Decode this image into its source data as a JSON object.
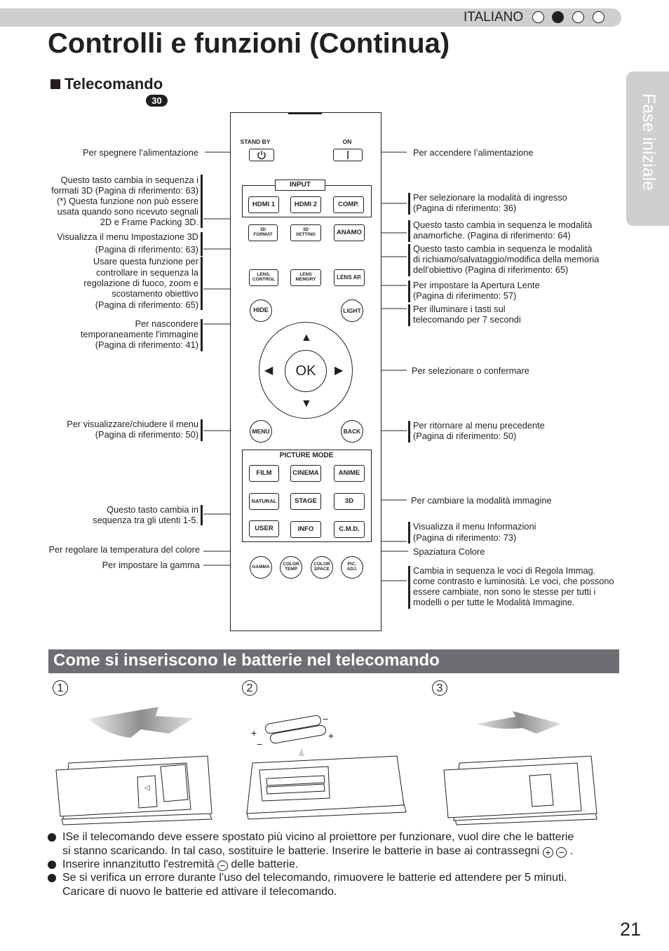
{
  "header": {
    "language": "ITALIANO",
    "title": "Controlli e funzioni (Continua)",
    "side_tab": "Fase iniziale",
    "page_number": "21"
  },
  "section": {
    "title": "Telecomando",
    "badge": "30"
  },
  "remote": {
    "standby_label": "STAND BY",
    "on_label": "ON",
    "input_group": "INPUT",
    "hdmi1": "HDMI 1",
    "hdmi2": "HDMI 2",
    "comp": "COMP.",
    "format3d_a": "3D",
    "format3d_b": "FORMAT",
    "setting3d_a": "3D",
    "setting3d_b": "SETTING",
    "anamo": "ANAMO",
    "lens_control_a": "LENS.",
    "lens_control_b": "CONTROL",
    "lens_memory_a": "LENS",
    "lens_memory_b": "MEMORY",
    "lens_ap": "LENS AP.",
    "hide": "HIDE",
    "light": "LIGHT",
    "ok": "OK",
    "menu": "MENU",
    "back": "BACK",
    "picture_mode_group": "PICTURE MODE",
    "film": "FILM",
    "cinema": "CINEMA",
    "anime": "ANIME",
    "natural": "NATURAL",
    "stage": "STAGE",
    "btn3d": "3D",
    "user": "USER",
    "info": "INFO",
    "cmd": "C.M.D.",
    "gamma": "GAMMA",
    "color_temp_a": "COLOR",
    "color_temp_b": "TEMP",
    "color_space_a": "COLOR",
    "color_space_b": "SPACE",
    "pic_adj_a": "PIC.",
    "pic_adj_b": "ADJ."
  },
  "callouts_left": [
    "Per spegnere l’alimentazione",
    "Questo tasto cambia in sequenza i",
    "formati 3D (Pagina di riferimento: 63)",
    "(*) Questa funzione non può essere",
    "usata quando sono ricevuto segnali",
    "2D e Frame Packing 3D.",
    "Visualizza il menu Impostazione 3D",
    "(Pagina di riferimento: 63)",
    "Usare questa funzione per",
    "controllare in sequenza la",
    "regolazione di fuoco, zoom e",
    "scostamento obiettivo",
    "(Pagina di riferimento: 65)",
    "Per nascondere",
    "temporaneamente l'immagine",
    "(Pagina di riferimento: 41)",
    "Per visualizzare/chiudere il menu",
    "(Pagina di riferimento: 50)",
    "Questo tasto cambia in",
    "sequenza tra gli utenti 1-5.",
    "Per regolare la temperatura del colore",
    "Per impostare la gamma"
  ],
  "callouts_right": [
    "Per accendere l’alimentazione",
    "Per selezionare la modalità di ingresso",
    "(Pagina di riferimento: 36)",
    "Questo tasto cambia in sequenza le modalità",
    "anamorfiche. (Pagina di riferimento: 64)",
    "Questo tasto cambia in sequenza le modalità",
    "di richiamo/salvataggio/modifica della memoria",
    "dell’obiettivo (Pagina di riferimento: 65)",
    "Per impostare la Apertura Lente",
    "(Pagina di riferimento: 57)",
    "Per illuminare i tasti sul",
    "telecomando per 7 secondi",
    "Per selezionare o confermare",
    "Per ritornare al menu precedente",
    "(Pagina di riferimento: 50)",
    "Per cambiare la modalità immagine",
    "Visualizza il menu Informazioni",
    "(Pagina di riferimento: 73)",
    "Spaziatura Colore",
    "Cambia in sequenza le voci di Regola Immag.",
    "come contrasto e luminosità. Le voci, che possono",
    "essere cambiate, non sono le stesse per tutti i",
    "modelli o per tutte le Modalità Immagine."
  ],
  "batteries": {
    "title": "Come si inseriscono le batterie nel telecomando",
    "steps": [
      "1",
      "2",
      "3"
    ],
    "plus": "+",
    "minus": "−",
    "bullets": [
      {
        "line1": "ISe il telecomando deve essere spostato più vicino al proiettore per funzionare, vuol dire che le batterie",
        "line2": "si stanno scaricando. In tal caso, sostituire le batterie. Inserire le batterie in base ai contrassegni",
        "end": "."
      },
      {
        "pre": "Inserire innanzitutto l'estremità",
        "post": "delle batterie."
      },
      {
        "line1": "Se si verifica un errore durante l’uso del telecomando, rimuovere le batterie ed attendere per 5 minuti.",
        "line2": "Caricare di nuovo le batterie ed attivare il telecomando."
      }
    ]
  },
  "colors": {
    "header_bar": "#cfcfcf",
    "section_bar": "#6d6e71",
    "text": "#231f20"
  }
}
